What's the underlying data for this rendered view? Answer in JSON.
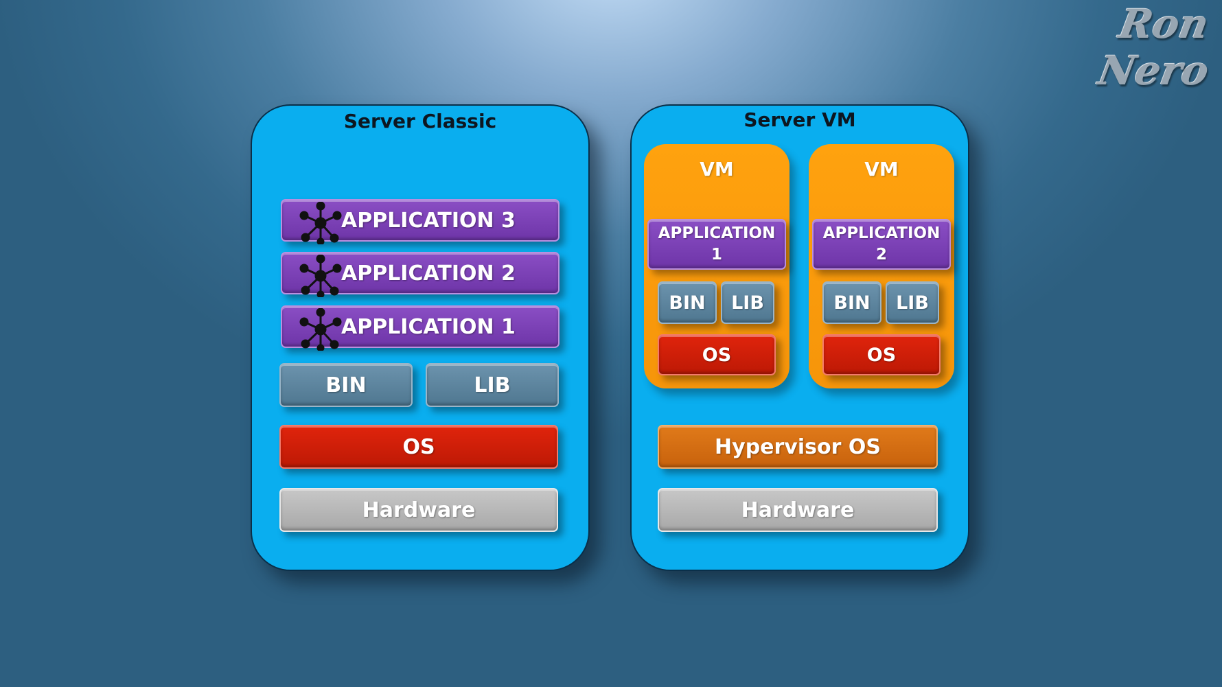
{
  "logo": {
    "line1": "Ron",
    "line2": "Nero"
  },
  "server_classic": {
    "title": "Server Classic",
    "apps": [
      "APPLICATION 3",
      "APPLICATION 2",
      "APPLICATION 1"
    ],
    "bin": "BIN",
    "lib": "LIB",
    "os": "OS",
    "hardware": "Hardware"
  },
  "server_vm": {
    "title": "Server VM",
    "vms": [
      {
        "title": "VM",
        "app_line1": "APPLICATION",
        "app_line2": "1",
        "bin": "BIN",
        "lib": "LIB",
        "os": "OS"
      },
      {
        "title": "VM",
        "app_line1": "APPLICATION",
        "app_line2": "2",
        "bin": "BIN",
        "lib": "LIB",
        "os": "OS"
      }
    ],
    "hypervisor": "Hypervisor OS",
    "hardware": "Hardware"
  },
  "colors": {
    "panel": "#0aaeef",
    "vm": "#ffa20e",
    "application": "#7b40b6",
    "bin_lib": "#5e87a2",
    "os": "#d41f08",
    "hypervisor": "#d46e14",
    "hardware": "#b8b8b8"
  }
}
